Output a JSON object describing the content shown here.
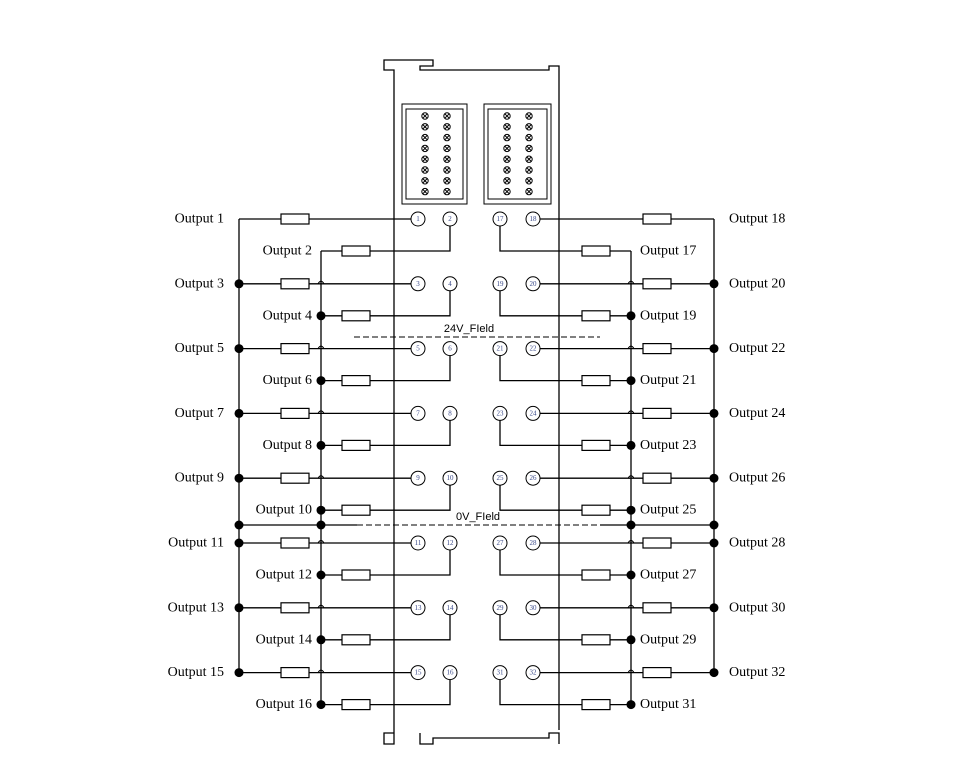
{
  "diagram": {
    "title": "32-channel digital output terminal wiring",
    "bus_labels": {
      "positive": "24V_FIeld",
      "ground": "0V_FIeld"
    },
    "left_outputs": [
      {
        "label": "Output 1",
        "terminal": "1"
      },
      {
        "label": "Output 2",
        "terminal": "2"
      },
      {
        "label": "Output 3",
        "terminal": "3"
      },
      {
        "label": "Output 4",
        "terminal": "4"
      },
      {
        "label": "Output 5",
        "terminal": "5"
      },
      {
        "label": "Output 6",
        "terminal": "6"
      },
      {
        "label": "Output 7",
        "terminal": "7"
      },
      {
        "label": "Output 8",
        "terminal": "8"
      },
      {
        "label": "Output 9",
        "terminal": "9"
      },
      {
        "label": "Output 10",
        "terminal": "10"
      },
      {
        "label": "Output 11",
        "terminal": "11"
      },
      {
        "label": "Output 12",
        "terminal": "12"
      },
      {
        "label": "Output 13",
        "terminal": "13"
      },
      {
        "label": "Output 14",
        "terminal": "14"
      },
      {
        "label": "Output 15",
        "terminal": "15"
      },
      {
        "label": "Output 16",
        "terminal": "16"
      }
    ],
    "right_outputs": [
      {
        "label": "Output 18",
        "terminal": "18"
      },
      {
        "label": "Output 17",
        "terminal": "17"
      },
      {
        "label": "Output 20",
        "terminal": "20"
      },
      {
        "label": "Output 19",
        "terminal": "19"
      },
      {
        "label": "Output 22",
        "terminal": "22"
      },
      {
        "label": "Output 21",
        "terminal": "21"
      },
      {
        "label": "Output 24",
        "terminal": "24"
      },
      {
        "label": "Output 23",
        "terminal": "23"
      },
      {
        "label": "Output 26",
        "terminal": "26"
      },
      {
        "label": "Output 25",
        "terminal": "25"
      },
      {
        "label": "Output 28",
        "terminal": "28"
      },
      {
        "label": "Output 27",
        "terminal": "27"
      },
      {
        "label": "Output 30",
        "terminal": "30"
      },
      {
        "label": "Output 29",
        "terminal": "29"
      },
      {
        "label": "Output 32",
        "terminal": "32"
      },
      {
        "label": "Output 31",
        "terminal": "31"
      }
    ],
    "led_blocks": [
      {
        "name": "led-block-left",
        "rows": 8,
        "cols": 2
      },
      {
        "name": "led-block-right",
        "rows": 8,
        "cols": 2
      }
    ]
  }
}
